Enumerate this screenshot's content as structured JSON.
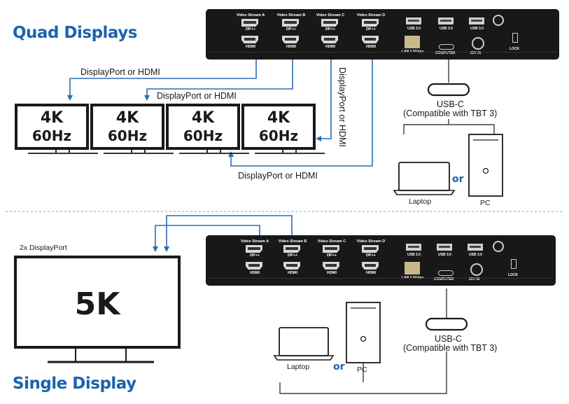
{
  "colors": {
    "accent": "#1b63ae",
    "wire": "#2a6db5",
    "dock": "#181818",
    "frame": "#1a1a1a"
  },
  "quad": {
    "title": "Quad Displays",
    "monitors": [
      {
        "res": "4K",
        "rate": "60Hz"
      },
      {
        "res": "4K",
        "rate": "60Hz"
      },
      {
        "res": "4K",
        "rate": "60Hz"
      },
      {
        "res": "4K",
        "rate": "60Hz"
      }
    ],
    "cable_label_1": "DisplayPort or HDMI",
    "cable_label_2": "DisplayPort or HDMI",
    "cable_label_3": "DisplayPort or HDMI",
    "cable_label_4": "DisplayPort or HDMI",
    "usbc_label": "USB-C",
    "usbc_note": "(Compatible with TBT 3)",
    "laptop_label": "Laptop",
    "or_label": "or",
    "pc_label": "PC"
  },
  "single": {
    "title": "Single Display",
    "monitor_res": "5K",
    "cable_label": "2x DisplayPort",
    "usbc_label": "USB-C",
    "usbc_note": "(Compatible with TBT 3)",
    "laptop_label": "Laptop",
    "or_label": "or",
    "pc_label": "PC"
  },
  "dock": {
    "streams": [
      "Video Stream A",
      "Video Stream B",
      "Video Stream C",
      "Video Stream D"
    ],
    "dp_label": "DP++",
    "hdmi_label": "HDMI",
    "usb_label": "USB 3.0",
    "lan_label": "LAN 2.5Gbps",
    "computer_label": "COMPUTER",
    "power_label": "20V IN",
    "lock_label": "LOCK"
  }
}
